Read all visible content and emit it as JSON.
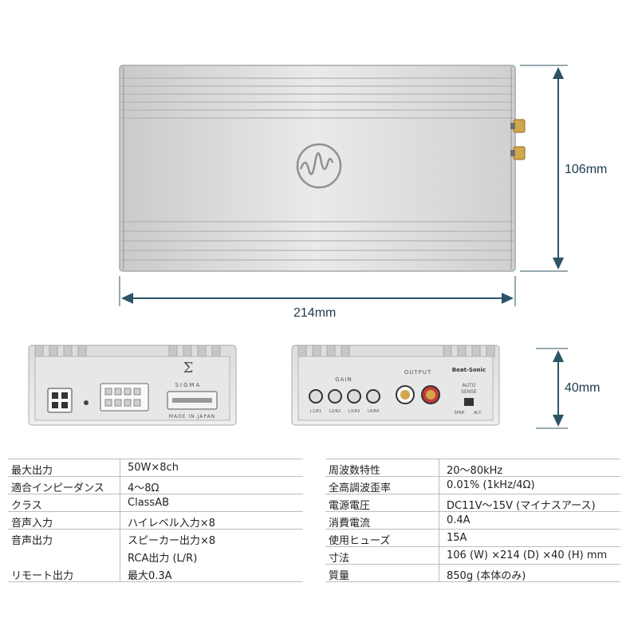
{
  "dimensions": {
    "width": "214mm",
    "height": "106mm",
    "depth": "40mm"
  },
  "panel_text": {
    "brand": "Σ",
    "model": "SIGMA",
    "made_in": "MADE IN JAPAN",
    "gain": "GAIN",
    "output": "OUTPUT",
    "auto": "AUTO",
    "sense": "SENSE",
    "maker": "Beat-Sonic",
    "knobs": [
      "L1/R1",
      "L2/R2",
      "L3/R3",
      "L4/R4"
    ],
    "sw_left": "SPKR",
    "sw_right": "ACC"
  },
  "colors": {
    "dimension_line": "#2c5466",
    "chassis": "#d9dadb"
  },
  "specs_left": [
    {
      "key": "最大出力",
      "value": "50W×8ch"
    },
    {
      "key": "適合インピーダンス",
      "value": "4〜8Ω"
    },
    {
      "key": "クラス",
      "value": "ClassAB"
    },
    {
      "key": "音声入力",
      "value": "ハイレベル入力×8"
    },
    {
      "key": "音声出力",
      "value": "スピーカー出力×8"
    },
    {
      "key": "",
      "value": "RCA出力 (L/R)"
    },
    {
      "key": "リモート出力",
      "value": "最大0.3A"
    }
  ],
  "specs_right": [
    {
      "key": "周波数特性",
      "value": "20〜80kHz"
    },
    {
      "key": "全高調波歪率",
      "value": "0.01% (1kHz/4Ω)"
    },
    {
      "key": "電源電圧",
      "value": "DC11V〜15V (マイナスアース)"
    },
    {
      "key": "消費電流",
      "value": "0.4A"
    },
    {
      "key": "使用ヒューズ",
      "value": "15A"
    },
    {
      "key": "寸法",
      "value": "106 (W) ×214 (D) ×40 (H) mm"
    },
    {
      "key": "質量",
      "value": "850g (本体のみ)"
    }
  ]
}
